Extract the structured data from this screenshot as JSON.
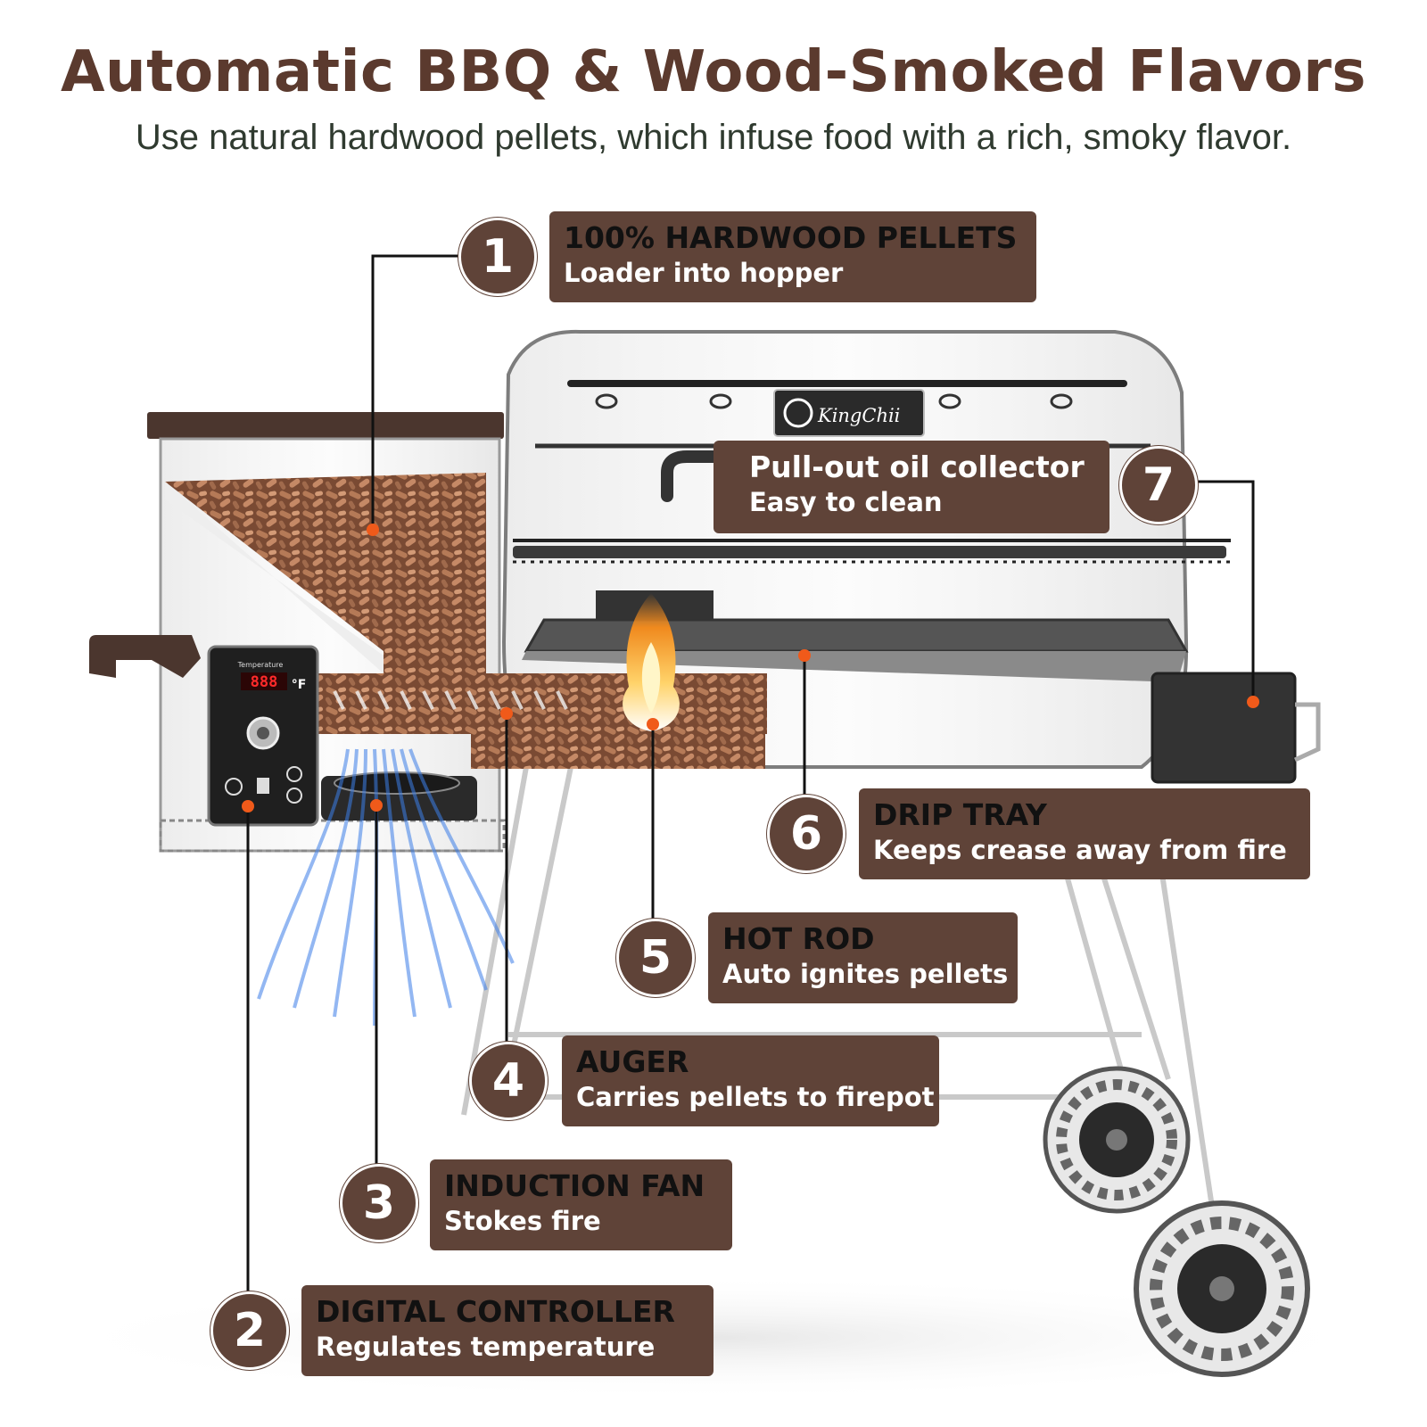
{
  "title": "Automatic BBQ & Wood-Smoked Flavors",
  "subtitle": "Use natural hardwood pellets, which infuse food with a rich, smoky flavor.",
  "brand": "KingChii",
  "controller_display": "888",
  "controller_unit": "°F",
  "controller_title": "Temperature",
  "callouts": [
    {
      "number": "1",
      "heading": "100% HARDWOOD PELLETS",
      "description": "Loader into hopper"
    },
    {
      "number": "2",
      "heading": "DIGITAL CONTROLLER",
      "description": "Regulates temperature"
    },
    {
      "number": "3",
      "heading": "INDUCTION FAN",
      "description": "Stokes fire"
    },
    {
      "number": "4",
      "heading": "AUGER",
      "description": "Carries pellets to firepot"
    },
    {
      "number": "5",
      "heading": "HOT ROD",
      "description": "Auto ignites pellets"
    },
    {
      "number": "6",
      "heading": "DRIP TRAY",
      "description": "Keeps crease away from fire"
    },
    {
      "number": "7",
      "heading": "Pull-out oil collector",
      "description": "Easy to clean"
    }
  ],
  "colors": {
    "brand_brown": "#5f4338",
    "title_brown": "#5b3a2e",
    "marker_orange": "#f05a1a",
    "fan_blue": "#3c7ee8",
    "pellet_brown": "#9a6448"
  }
}
